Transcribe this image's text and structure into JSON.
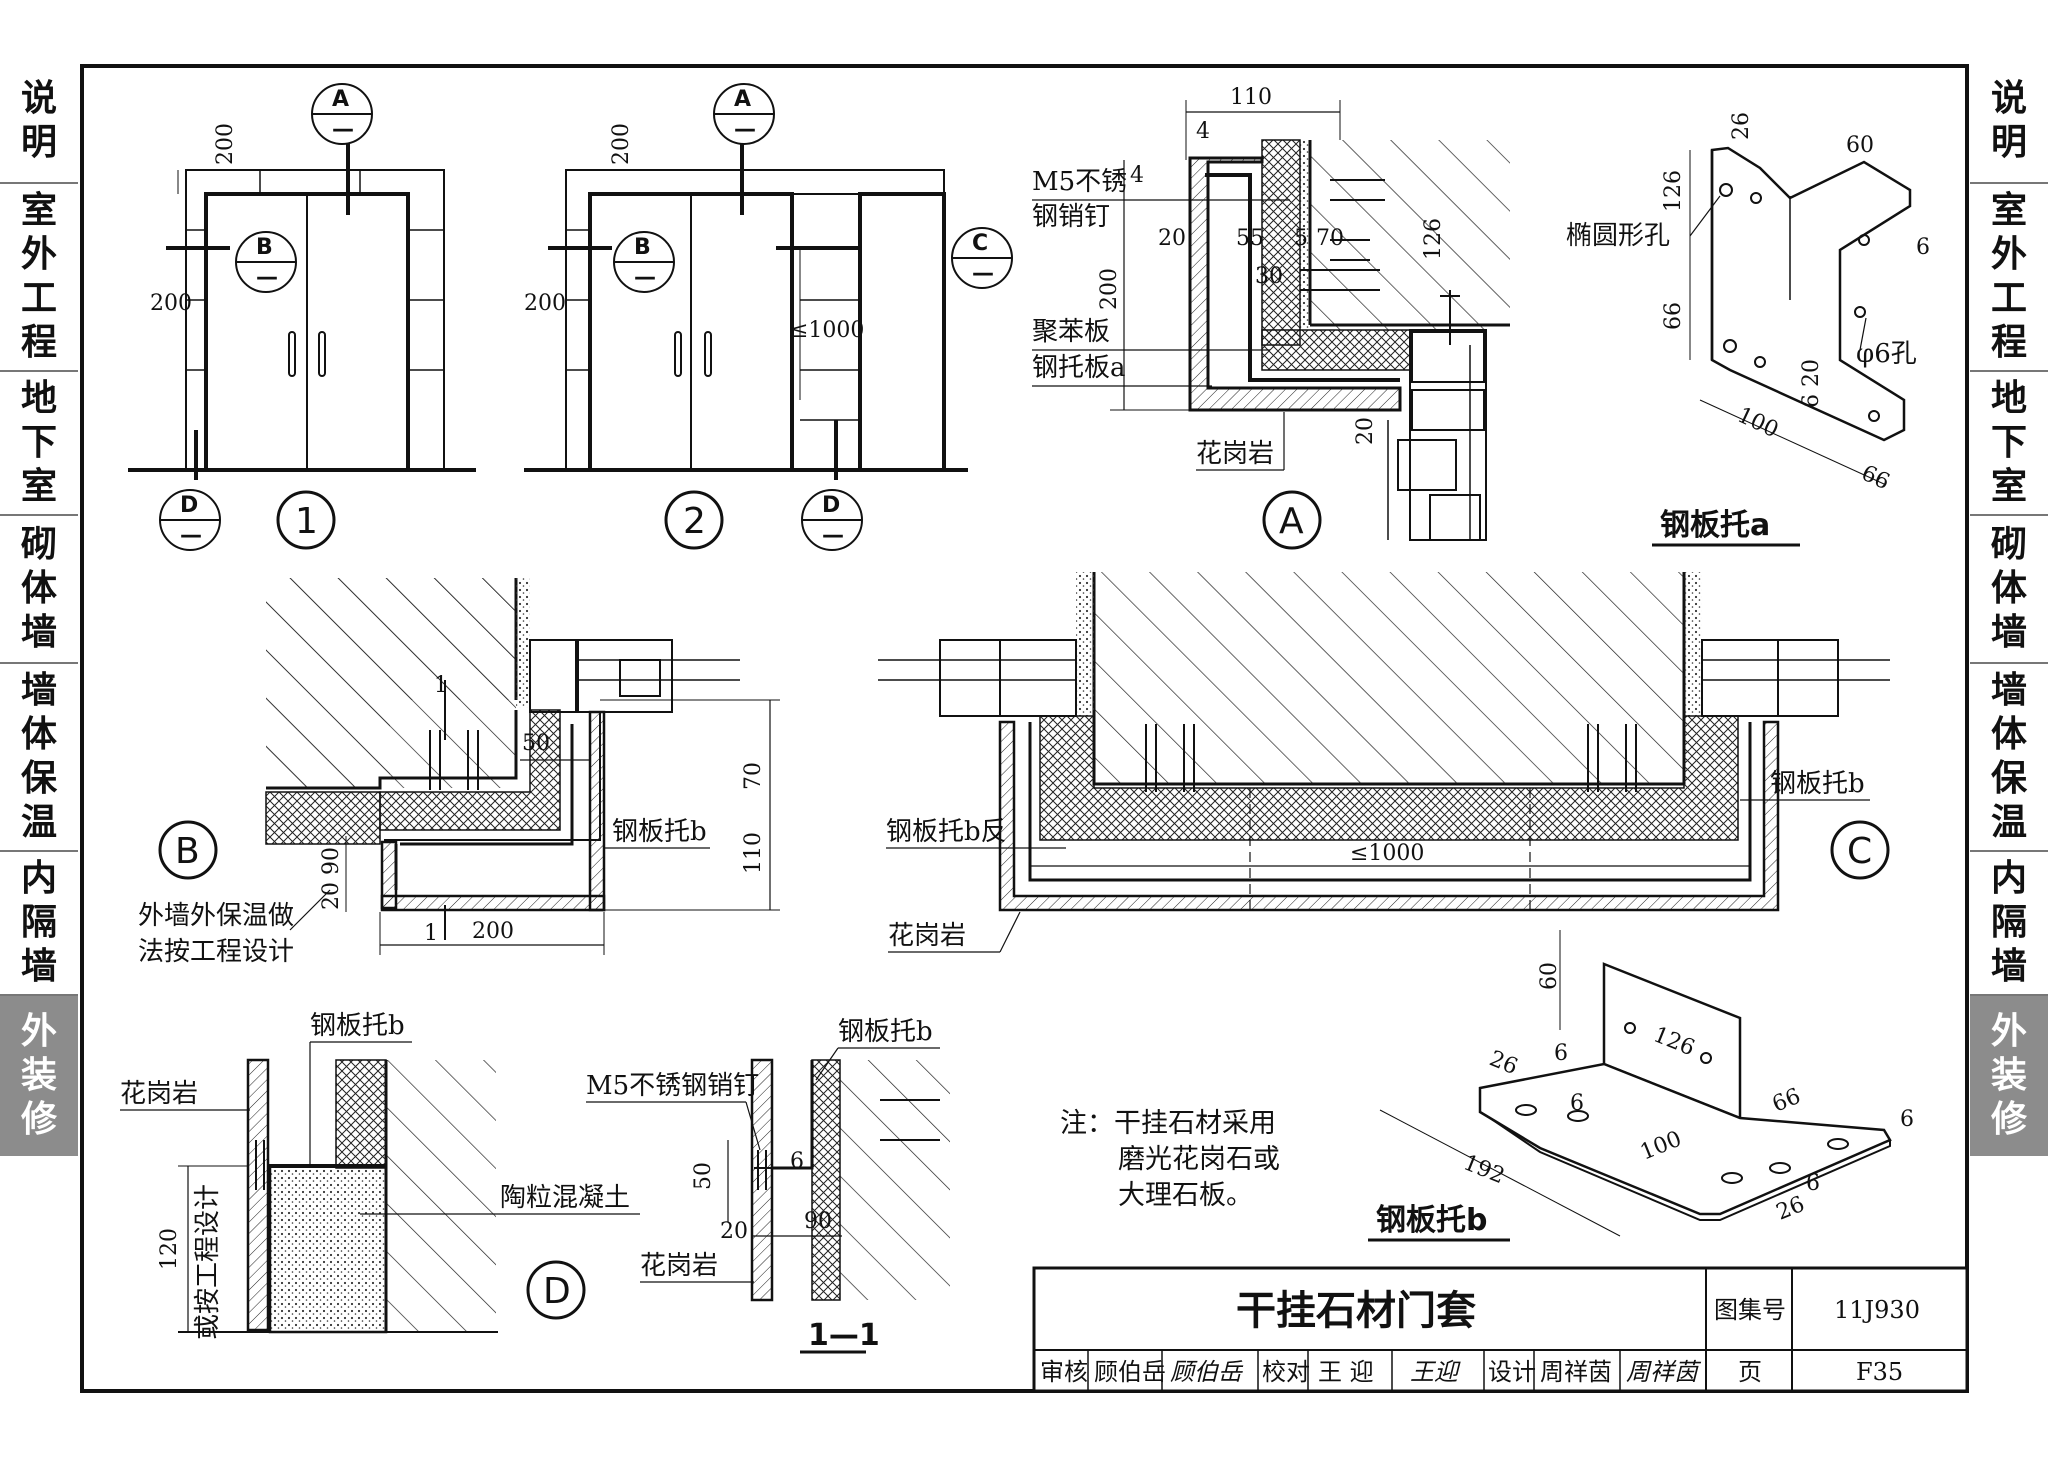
{
  "side_tabs": [
    {
      "label": "说明",
      "chars": [
        "说",
        "明"
      ],
      "active": false
    },
    {
      "label": "室外工程",
      "chars": [
        "室",
        "外",
        "工",
        "程"
      ],
      "active": false
    },
    {
      "label": "地下室",
      "chars": [
        "地",
        "下",
        "室"
      ],
      "active": false
    },
    {
      "label": "砌体墙",
      "chars": [
        "砌",
        "体",
        "墙"
      ],
      "active": false
    },
    {
      "label": "墙体保温",
      "chars": [
        "墙",
        "体",
        "保",
        "温"
      ],
      "active": false
    },
    {
      "label": "内隔墙",
      "chars": [
        "内",
        "隔",
        "墙"
      ],
      "active": false
    },
    {
      "label": "外装修",
      "chars": [
        "外",
        "装",
        "修"
      ],
      "active": true
    }
  ],
  "markers": {
    "a": "A",
    "b": "B",
    "c": "C",
    "d": "D",
    "dash": "—",
    "one": "1",
    "two": "2",
    "section": "1—1"
  },
  "labels": {
    "m5_nail": "M5不锈",
    "m5_nail2": "钢销钉",
    "m5_full": "M5不锈钢销钉",
    "polystyrene": "聚苯板",
    "plate_a": "钢托板a",
    "granite": "花岗岩",
    "ellipse_hole": "椭圆形孔",
    "hole6": "φ6孔",
    "plate_a_title": "钢板托a",
    "plate_b": "钢板托b",
    "plate_b_rev": "钢板托b反",
    "insul1": "外墙外保温做",
    "insul2": "法按工程设计",
    "ceramsite": "陶粒混凝土",
    "by_design": "或按工程设计",
    "plate_b_title": "钢板托b",
    "note1": "注：干挂石材采用",
    "note2": "磨光花岗石或",
    "note3": "大理石板。"
  },
  "dims": {
    "d200": "200",
    "d110": "110",
    "d4": "4",
    "d20": "20",
    "d55": "55",
    "d5": "5",
    "d70": "70",
    "d30": "30",
    "d126": "126",
    "d6": "6",
    "d60": "60",
    "d66": "66",
    "d100": "100",
    "d50": "50",
    "d90": "90",
    "d120": "120",
    "d192": "192",
    "d26": "26",
    "le1000": "≤1000",
    "d620": "6 20",
    "d2090": "20 90"
  },
  "title_block": {
    "title": "干挂石材门套",
    "atlas_label": "图集号",
    "atlas_no": "11J930",
    "review": "审核",
    "reviewer": "顾伯岳",
    "reviewer_sig": "顾伯岳",
    "check": "校对",
    "checker": "王 迎",
    "checker_sig": "王迎",
    "design": "设计",
    "designer": "周祥茵",
    "designer_sig": "周祥茵",
    "page_label": "页",
    "page_no": "F35"
  }
}
